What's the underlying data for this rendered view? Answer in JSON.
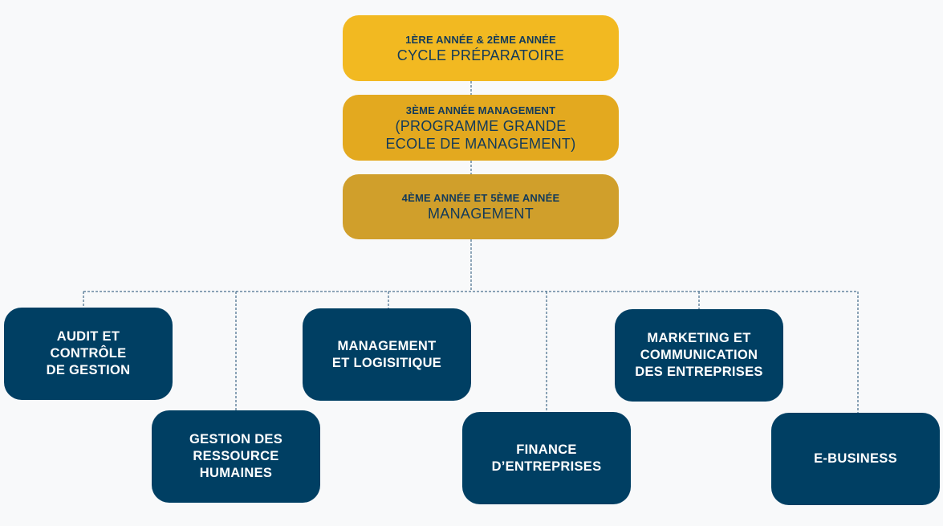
{
  "colors": {
    "background": "#f8f9fa",
    "year_1": "#f2b921",
    "year_2": "#e3a91f",
    "year_3": "#d09f2b",
    "specialization": "#003f63",
    "connector": "#1f4f74"
  },
  "years": [
    {
      "small": "1ÈRE ANNÉE & 2ÈME ANNÉE",
      "big_lines": [
        "CYCLE PRÉPARATOIRE"
      ]
    },
    {
      "small": "3ÈME ANNÉE MANAGEMENT",
      "big_lines": [
        "(PROGRAMME GRANDE",
        "ECOLE DE MANAGEMENT)"
      ]
    },
    {
      "small": "4ÈME ANNÉE ET 5ÈME ANNÉE",
      "big_lines": [
        "MANAGEMENT"
      ]
    }
  ],
  "specializations": [
    {
      "lines": [
        "AUDIT ET",
        "CONTRÔLE",
        "DE GESTION"
      ]
    },
    {
      "lines": [
        "GESTION DES",
        "RESSOURCE",
        "HUMAINES"
      ]
    },
    {
      "lines": [
        "MANAGEMENT",
        "ET LOGISITIQUE"
      ]
    },
    {
      "lines": [
        "FINANCE",
        "D’ENTREPRISES"
      ]
    },
    {
      "lines": [
        "MARKETING ET",
        "COMMUNICATION",
        "DES ENTREPRISES"
      ]
    },
    {
      "lines": [
        "E-BUSINESS"
      ]
    }
  ]
}
